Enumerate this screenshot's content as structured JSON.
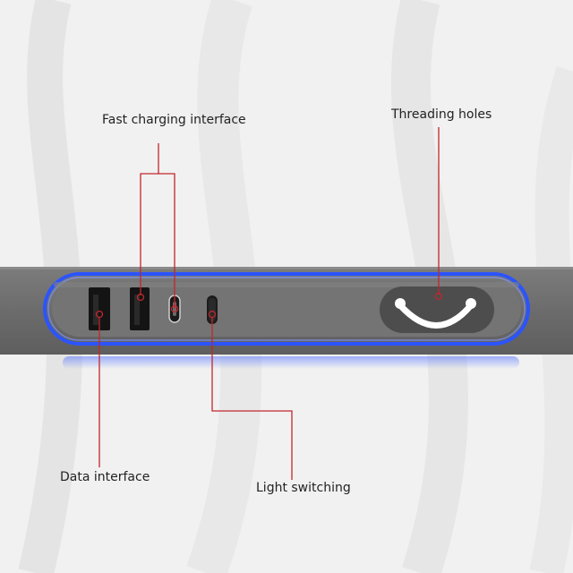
{
  "colors": {
    "background": "#f1f1f1",
    "bar": "#6e6e6e",
    "panel": "#717171",
    "glow": "#2b54ff",
    "leader_line": "#c1272d",
    "port_dark": "#141414",
    "handle_bg": "#4d4d4d",
    "handle_grip": "#ffffff"
  },
  "callouts": {
    "fast_charging": "Fast charging interface",
    "threading_holes": "Threading holes",
    "data_interface": "Data interface",
    "light_switching": "Light switching"
  },
  "icons": [
    "usb-a-port-icon",
    "usb-c-port-icon",
    "light-switch-button-icon",
    "cable-hole-grip-icon"
  ]
}
